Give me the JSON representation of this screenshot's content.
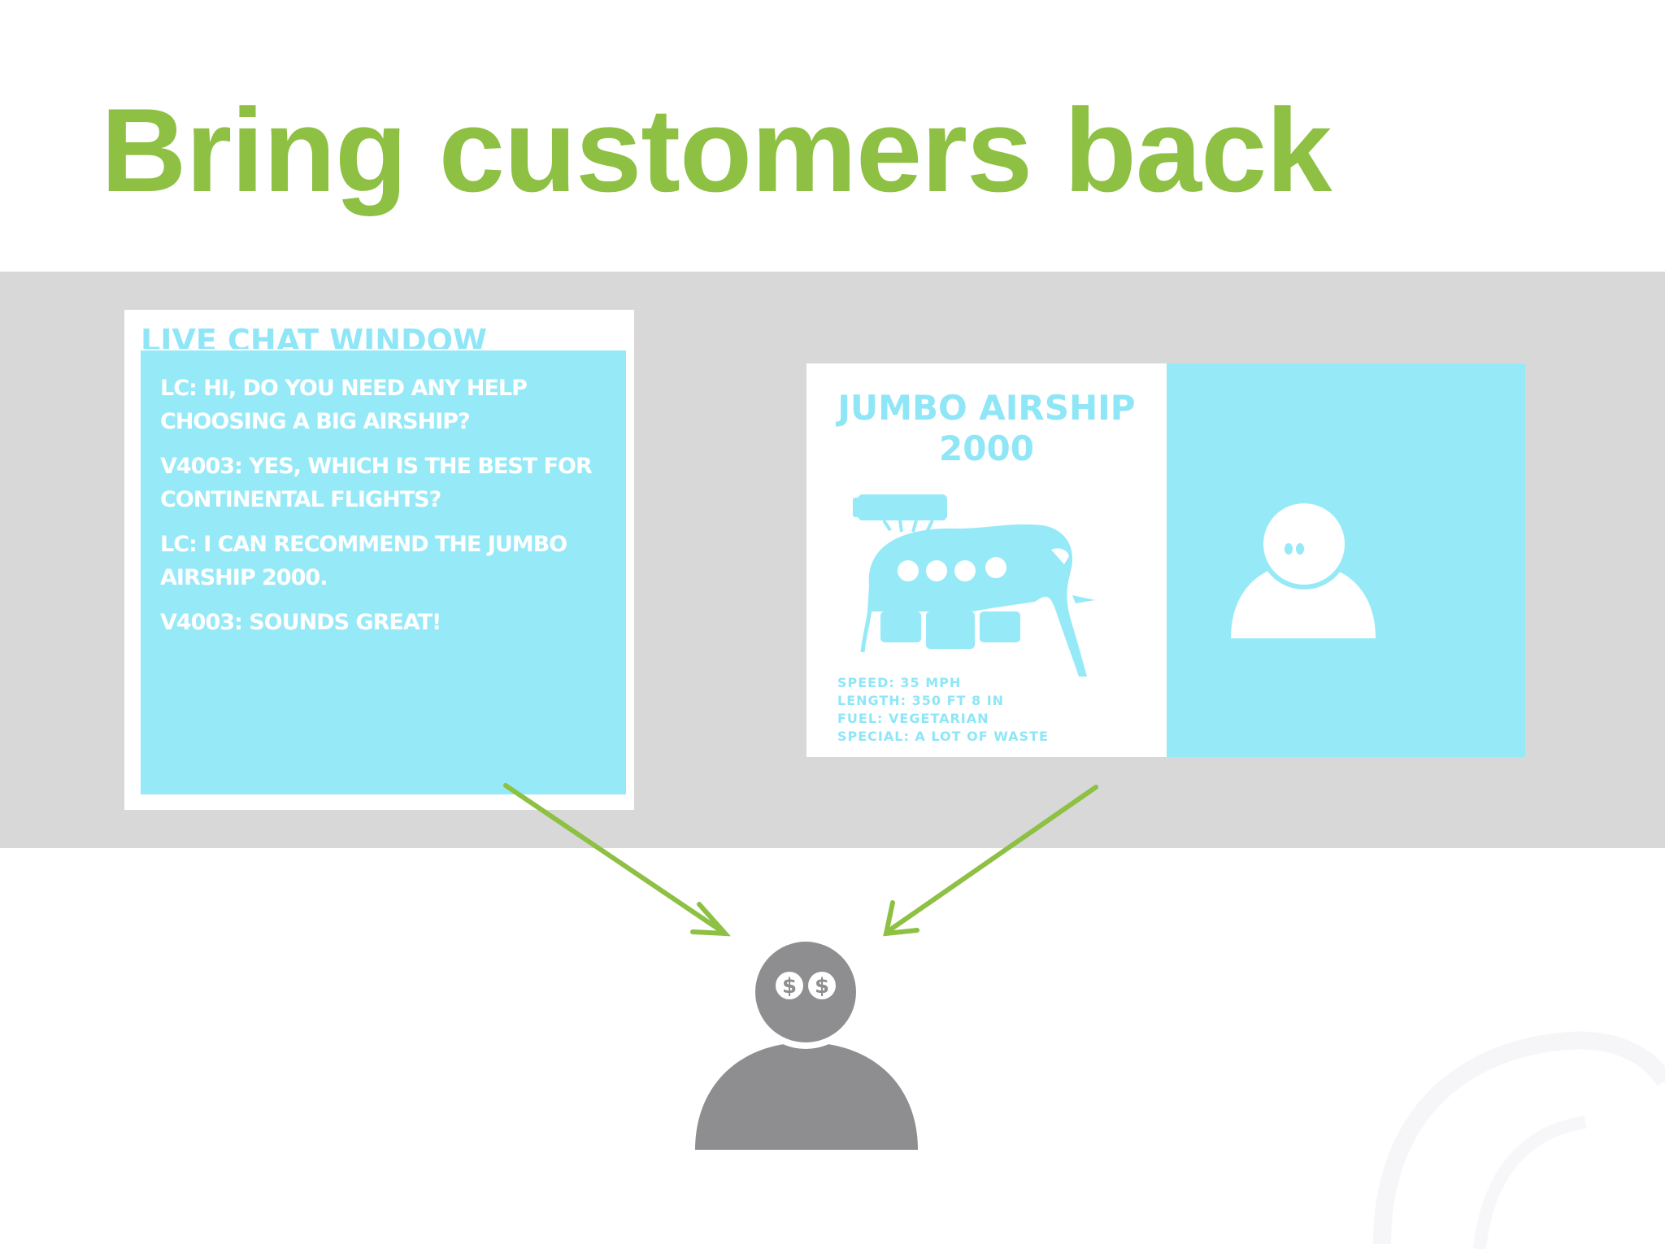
{
  "slide": {
    "title": "Bring customers back"
  },
  "chat_window": {
    "heading": "LIVE CHAT WINDOW",
    "messages": [
      "LC: HI, DO YOU NEED ANY HELP CHOOSING A BIG AIRSHIP?",
      "V4003: YES, WHICH IS THE BEST FOR CONTINENTAL FLIGHTS?",
      "LC: I CAN RECOMMEND THE JUMBO AIRSHIP 2000.",
      "V4003: SOUNDS GREAT!"
    ]
  },
  "product": {
    "title_line1": "JUMBO AIRSHIP",
    "title_line2": "2000",
    "specs": [
      "SPEED: 35 MPH",
      "LENGTH: 350 FT 8 IN",
      "FUEL: VEGETARIAN",
      "SPECIAL: A LOT OF WASTE"
    ]
  },
  "colors": {
    "title_green": "#8dc043",
    "band_gray": "#d8d8d9",
    "light_blue": "#96e9f7",
    "arrow_green": "#8dc043",
    "customer_gray": "#8e8e90"
  },
  "icons": {
    "elephant": "elephant-airship-icon",
    "agent": "agent-avatar-icon",
    "customer": "customer-dollar-eyes-icon",
    "arrows": "arrow-icon"
  }
}
